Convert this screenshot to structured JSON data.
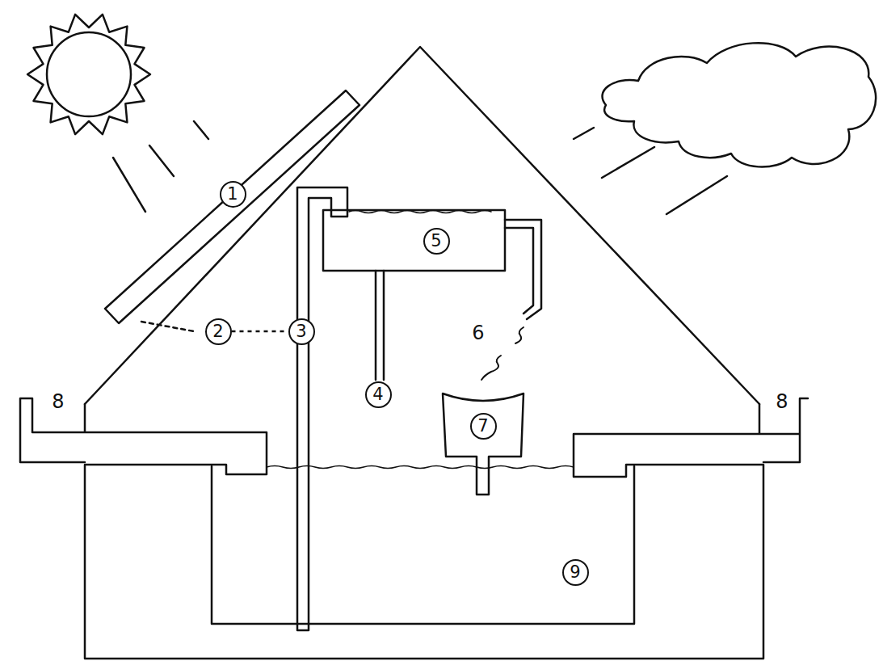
{
  "diagram": {
    "nodes": [
      {
        "text": [
          "1"
        ]
      },
      {
        "text": [
          "5"
        ]
      },
      {
        "text": [
          "2"
        ]
      },
      {
        "text": [
          "3"
        ]
      },
      {
        "text": [
          "4"
        ]
      },
      {
        "text": [
          "7"
        ]
      },
      {
        "text": [
          "9"
        ]
      }
    ],
    "edges": [
      {
        "from": 2,
        "to": 3,
        "arrow": "none"
      }
    ],
    "labels": [
      "6",
      "8",
      "8"
    ]
  }
}
